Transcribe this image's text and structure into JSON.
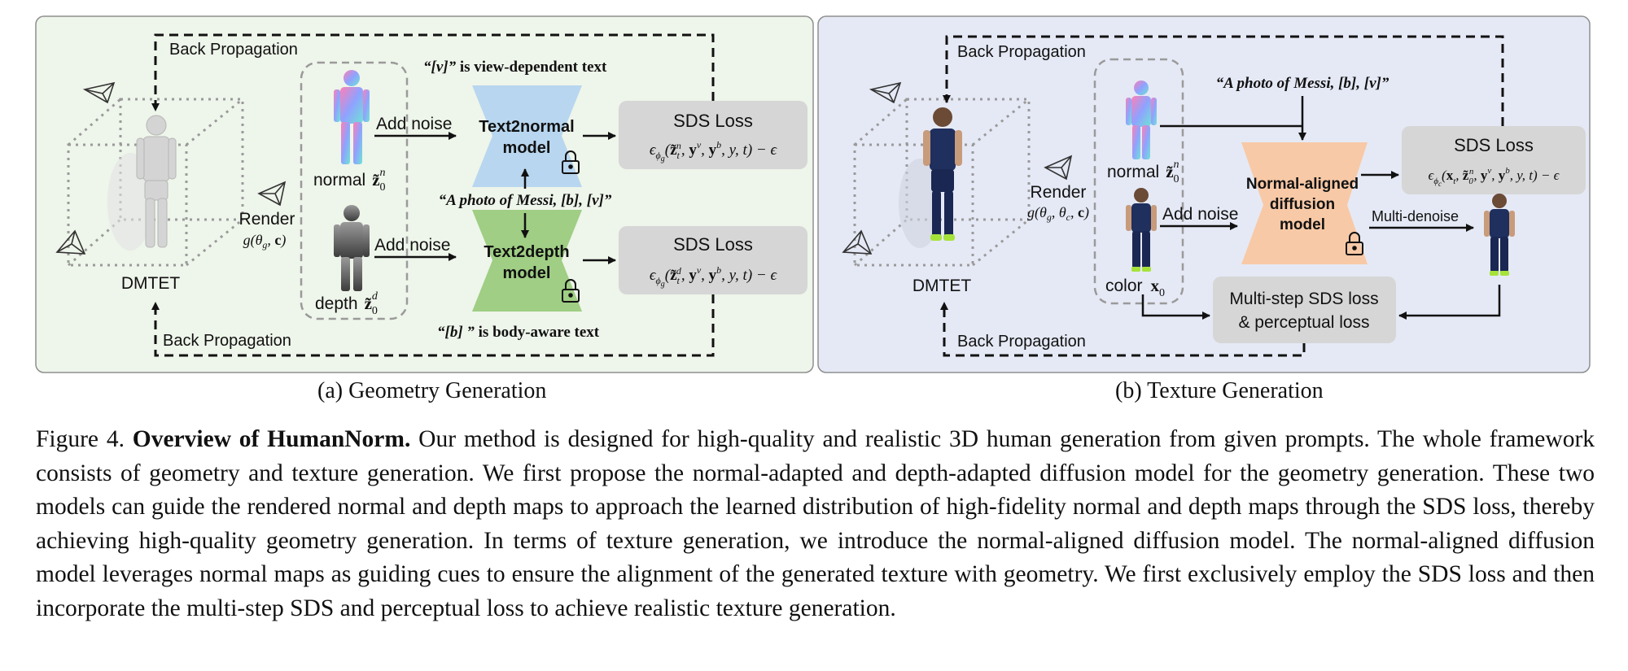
{
  "panel_a": {
    "back_propagation_top": "Back Propagation",
    "back_propagation_bottom": "Back Propagation",
    "dmtet_label": "DMTET",
    "render_label": "Render",
    "render_formula": "g(θ_g, c)",
    "normal_label": "normal",
    "normal_symbol": "z̃",
    "normal_sub": "0",
    "normal_sup": "n",
    "depth_label": "depth",
    "depth_symbol": "z̃",
    "depth_sub": "0",
    "depth_sup": "d",
    "add_noise_1": "Add noise",
    "add_noise_2": "Add noise",
    "view_text_bracket": "“[v]”",
    "view_text_rest": " is view-dependent text",
    "prompt_text": "“A photo of Messi, [b], [v]”",
    "body_text_bracket": "“[b] ”",
    "body_text_rest": " is body-aware text",
    "text2normal_line1": "Text2normal",
    "text2normal_line2": "model",
    "text2depth_line1": "Text2depth",
    "text2depth_line2": "model",
    "sds_loss_1": "SDS Loss",
    "sds_formula_1": "ε_φg(z̃_t^n, y^v, y^b, y, t) − ε",
    "sds_loss_2": "SDS Loss",
    "sds_formula_2": "ε_φg(z̃_t^d, y^v, y^b, y, t) − ε",
    "subcaption": "(a) Geometry Generation"
  },
  "panel_b": {
    "back_propagation_top": "Back Propagation",
    "back_propagation_bottom": "Back Propagation",
    "dmtet_label": "DMTET",
    "render_label": "Render",
    "render_formula": "g(θ_g, θ_c, c)",
    "normal_label": "normal",
    "normal_symbol": "z̃",
    "normal_sub": "0",
    "normal_sup": "n",
    "color_label": "color",
    "color_symbol": "x",
    "color_sub": "0",
    "add_noise": "Add noise",
    "prompt_text": "“A photo of Messi, [b], [v]”",
    "diffusion_line1": "Normal-aligned",
    "diffusion_line2": "diffusion",
    "diffusion_line3": "model",
    "multi_denoise": "Multi-denoise",
    "sds_loss": "SDS Loss",
    "sds_formula": "ε_φc(x_t, z̃_0^n, y^v, y^b, y, t) − ε",
    "multistep_line1": "Multi-step SDS loss",
    "multistep_line2": "& perceptual loss",
    "subcaption": "(b) Texture Generation"
  },
  "colors": {
    "panel_a_bg": "#eef5ea",
    "panel_b_bg": "#e5e9f5",
    "text2normal": "#b8d6ef",
    "text2depth": "#9fce84",
    "diffusion": "#f8c9a6",
    "loss_box": "#d6d6d6"
  },
  "caption": {
    "figure_label": "Figure 4.",
    "title": "Overview of HumanNorm.",
    "body": "Our method is designed for high-quality and realistic 3D human generation from given prompts. The whole framework consists of geometry and texture generation. We first propose the normal-adapted and depth-adapted diffusion model for the geometry generation. These two models can guide the rendered normal and depth maps to approach the learned distribution of high-fidelity normal and depth maps through the SDS loss, thereby achieving high-quality geometry generation. In terms of texture generation, we introduce the normal-aligned diffusion model. The normal-aligned diffusion model leverages normal maps as guiding cues to ensure the alignment of the generated texture with geometry. We first exclusively employ the SDS loss and then incorporate the multi-step SDS and perceptual loss to achieve realistic texture generation."
  }
}
